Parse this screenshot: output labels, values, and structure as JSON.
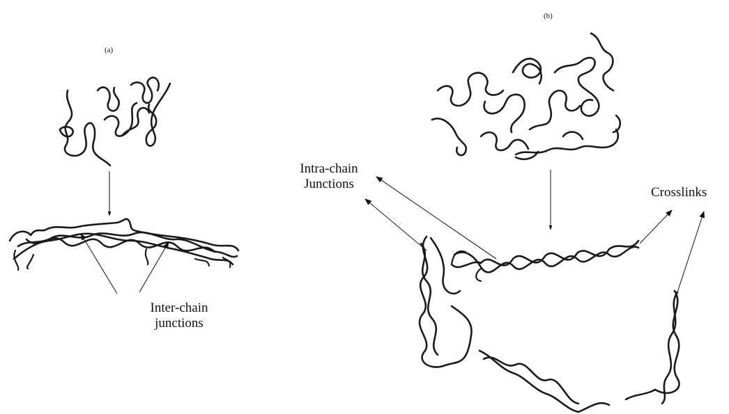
{
  "panel_a": {
    "tag": "(a)",
    "callout_line1": "Inter-chain",
    "callout_line2": "junctions"
  },
  "panel_b": {
    "tag": "(b)",
    "intra_line1": "Intra-chain",
    "intra_line2": "Junctions",
    "crosslinks": "Crosslinks"
  }
}
